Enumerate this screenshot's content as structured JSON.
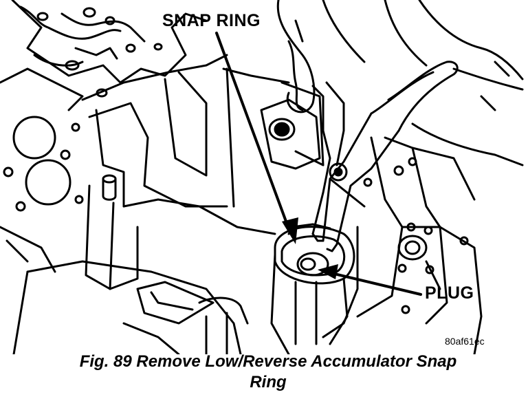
{
  "labels": {
    "snap_ring": "SNAP RING",
    "plug": "PLUG"
  },
  "figure_id": "80af61ec",
  "caption": {
    "line1": "Fig. 89 Remove Low/Reverse Accumulator Snap",
    "line2": "Ring"
  },
  "colors": {
    "ink": "#000000",
    "paper": "#ffffff"
  }
}
